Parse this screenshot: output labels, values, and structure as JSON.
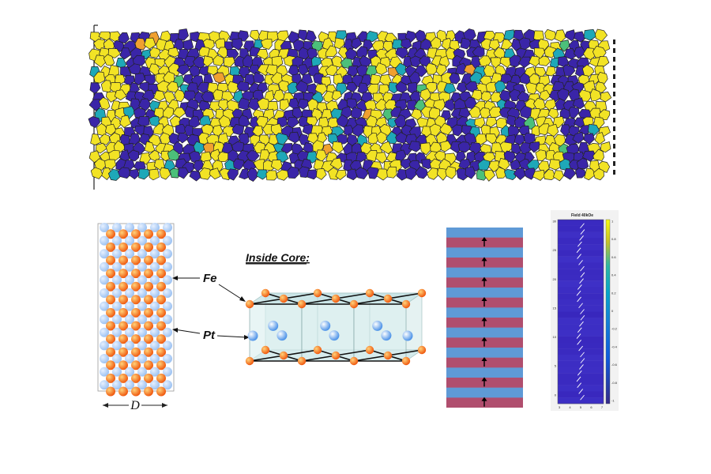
{
  "labels": {
    "fe": "Fe",
    "pt": "Pt",
    "inside_core": "Inside Core:",
    "diameter": "D"
  },
  "heatmap": {
    "title": "Field 40kOe",
    "y_ticks": [
      "30",
      "25",
      "20",
      "15",
      "10",
      "5",
      "0"
    ],
    "x_ticks": [
      "3",
      "4",
      "5",
      "6",
      "7"
    ],
    "colorbar_ticks": [
      "1",
      "0.8",
      "0.6",
      "0.4",
      "0.2",
      "0",
      "-0.2",
      "-0.4",
      "-0.6",
      "-0.8",
      "-1"
    ]
  },
  "colors": {
    "dark_blue": "#3a25a8",
    "yellow": "#f2e325",
    "teal": "#1ea8b8",
    "green": "#4cc07a",
    "orange": "#f0a030",
    "fe_atom": "#f05a10",
    "pt_atom": "#9ec3f2",
    "stripe_blue": "#5f9ad6",
    "stripe_red": "#b04e6e"
  }
}
